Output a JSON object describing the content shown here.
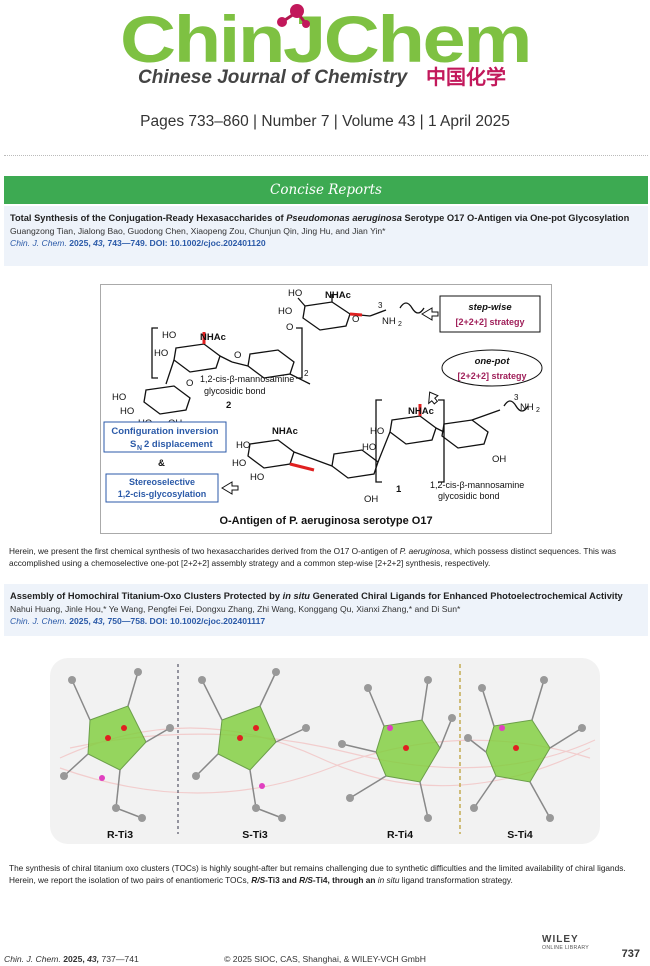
{
  "header": {
    "logo_text": "ChinJChem",
    "journal_name": "Chinese Journal of Chemistry",
    "journal_name_cn": "中国化学",
    "issue_line": "Pages 733–860 | Number 7 | Volume 43 | 1 April 2025"
  },
  "section": {
    "label": "Concise Reports"
  },
  "articles": [
    {
      "title_a": "Total Synthesis of the Conjugation-Ready Hexasaccharides of ",
      "title_em": "Pseudomonas aeruginosa",
      "title_b": " Serotype O17 O-Antigen via One-pot Glycosylation",
      "authors": "Guangzong Tian, Jialong Bao, Guodong Chen, Xiaopeng Zou, Chunjun Qin, Jing Hu, and Jian Yin*",
      "cite_journal": "Chin. J. Chem.",
      "cite_year": "2025,",
      "cite_volume": "43,",
      "cite_rest": "743—749. DOI: 10.1002/cjoc.202401120",
      "abstract_a": "Herein, we present the first chemical synthesis of two hexasaccharides derived from the O17 O-antigen of ",
      "abstract_em": "P. aeruginosa",
      "abstract_b": ", which possess distinct sequences. This was accomplished using a chemoselective one-pot [2+2+2] assembly strategy and a common step-wise [2+2+2] synthesis, respectively."
    },
    {
      "title_a": "Assembly of Homochiral Titanium-Oxo Clusters Protected by ",
      "title_em": "in situ",
      "title_b": " Generated Chiral Ligands for Enhanced Photoelectrochemical Activity",
      "authors": "Nahui Huang, Jinle Hou,* Ye Wang, Pengfei Fei, Dongxu Zhang, Zhi Wang, Konggang Qu, Xianxi Zhang,* and Di Sun*",
      "cite_journal": "Chin. J. Chem.",
      "cite_year": "2025,",
      "cite_volume": "43,",
      "cite_rest": "750—758. DOI: 10.1002/cjoc.202401117",
      "abstract_a": "The synthesis of chiral titanium oxo clusters (TOCs) is highly sought-after but remains challenging due to synthetic difficulties and the limited availability of chiral ligands. Herein, we report the isolation of two pairs of enantiomeric TOCs, ",
      "abstract_b1": "R/S",
      "abstract_b2": "-Ti3 and ",
      "abstract_b3": "R/S",
      "abstract_b4": "-Ti4, through an ",
      "abstract_em": "in situ",
      "abstract_c": " ligand transformation strategy."
    }
  ],
  "scheme": {
    "step_wise": "step-wise",
    "strategy": "[2+2+2] strategy",
    "one_pot": "one-pot",
    "nhac": "NHAc",
    "ho": "HO",
    "oh": "OH",
    "o": "O",
    "nh2": "NH",
    "sub2": "2",
    "n3": "3",
    "bond_line1": "1,2-cis-β-mannosamine",
    "bond_line2": "glycosidic bond",
    "label1": "1",
    "label2": "2",
    "config_l1": "Configuration inversion",
    "config_l2": "S",
    "config_l2b": "N",
    "config_l2c": "2 displacement",
    "amp": "&",
    "stereo_l1": "Stereoselective",
    "stereo_l2": "1,2-cis-glycosylation",
    "caption": "O-Antigen of P. aeruginosa serotype O17"
  },
  "clusters": [
    "R-Ti3",
    "S-Ti3",
    "R-Ti4",
    "S-Ti4"
  ],
  "footer": {
    "cite_journal": "Chin. J. Chem.",
    "cite_year": "2025,",
    "cite_volume": "43,",
    "cite_pages": "737—741",
    "copyright": "© 2025 SIOC, CAS, Shanghai, & WILEY-VCH GmbH",
    "publisher": "WILEY",
    "publisher_sub": "ONLINE LIBRARY",
    "page_number": "737"
  },
  "colors": {
    "green": "#3daa52",
    "blue": "#2b5aa8",
    "bond_red": "#e02020",
    "magenta": "#a0205a"
  }
}
